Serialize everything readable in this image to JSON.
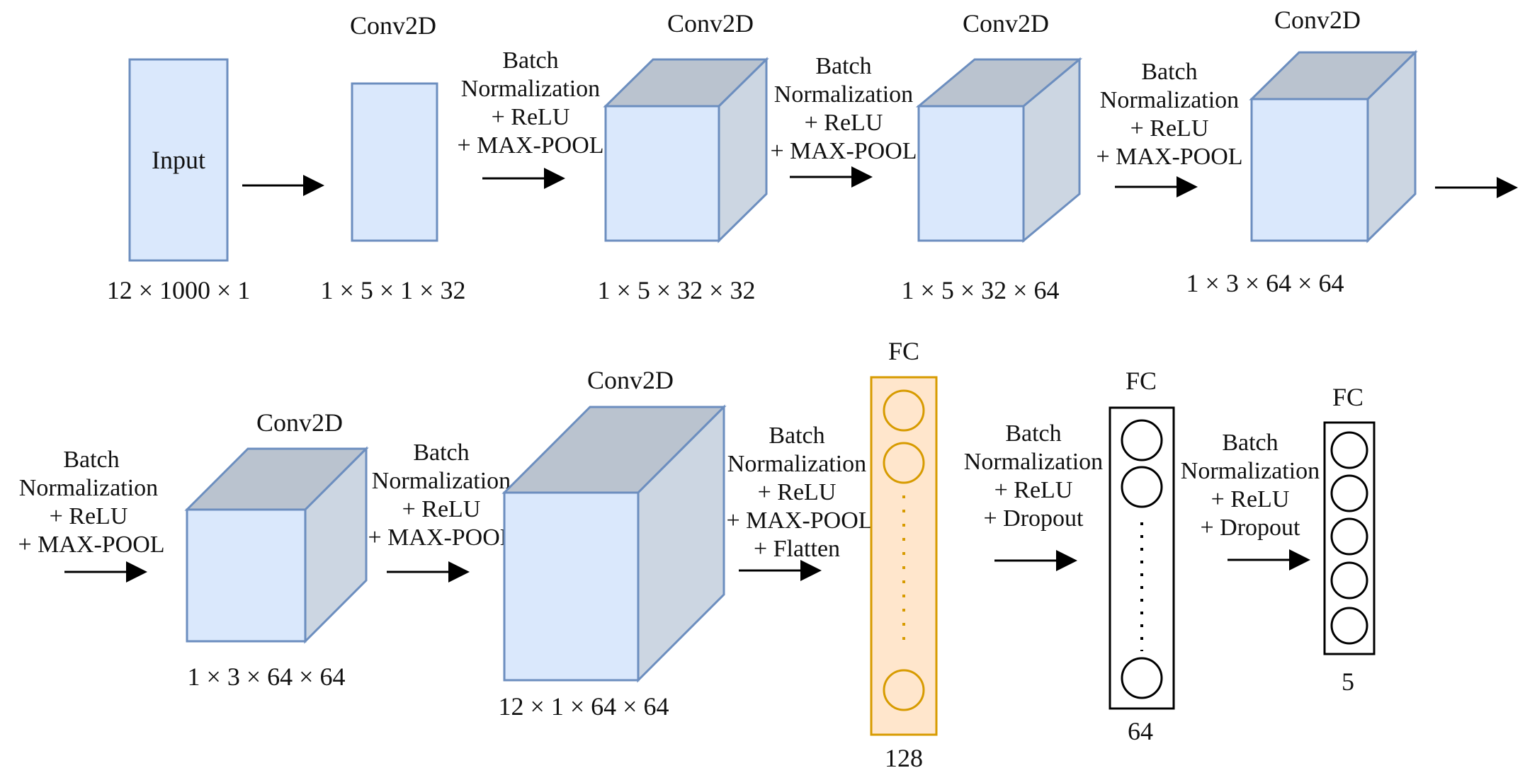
{
  "colors": {
    "box_fill": "#dae8fc",
    "box_top": "#bac3cf",
    "box_side": "#ccd6e2",
    "box_stroke": "#6c8ebf",
    "fc_fill": "#ffe6cc",
    "fc_stroke": "#d79b00",
    "neuron_stroke_orange": "#d79b00",
    "neuron_stroke_black": "#000000",
    "arrow": "#000000"
  },
  "blocks": {
    "input": {
      "label": "Input",
      "dims": "12 × 1000 × 1"
    },
    "conv1": {
      "title": "Conv2D",
      "dims": "1 × 5 × 1 × 32"
    },
    "conv2": {
      "title": "Conv2D",
      "dims": "1 × 5 × 32 × 32"
    },
    "conv3": {
      "title": "Conv2D",
      "dims": "1 × 5 × 32 × 64"
    },
    "conv4": {
      "title": "Conv2D",
      "dims": "1 × 3 × 64 × 64"
    },
    "conv5": {
      "title": "Conv2D",
      "dims": "1 × 3 × 64 × 64"
    },
    "conv6": {
      "title": "Conv2D",
      "dims": "12 × 1 × 64 × 64"
    },
    "fc1": {
      "title": "FC",
      "units": "128"
    },
    "fc2": {
      "title": "FC",
      "units": "64"
    },
    "fc3": {
      "title": "FC",
      "units": "5"
    }
  },
  "ops": {
    "op1": [
      "Batch",
      "Normalization",
      "+ ReLU",
      "+ MAX-POOL"
    ],
    "op2": [
      "Batch",
      "Normalization",
      "+ ReLU",
      "+ MAX-POOL"
    ],
    "op3": [
      "Batch",
      "Normalization",
      "+ ReLU",
      "+ MAX-POOL"
    ],
    "op4": [
      "Batch",
      "Normalization",
      "+ ReLU",
      "+ MAX-POOL"
    ],
    "op5": [
      "Batch",
      "Normalization",
      "+ ReLU",
      "+ MAX-POOL"
    ],
    "op6": [
      "Batch",
      "Normalization",
      "+ ReLU",
      "+ MAX-POOL",
      "+ Flatten"
    ],
    "op7": [
      "Batch",
      "Normalization",
      "+ ReLU",
      "+ Dropout"
    ],
    "op8": [
      "Batch",
      "Normalization",
      "+ ReLU",
      "+ Dropout"
    ]
  }
}
